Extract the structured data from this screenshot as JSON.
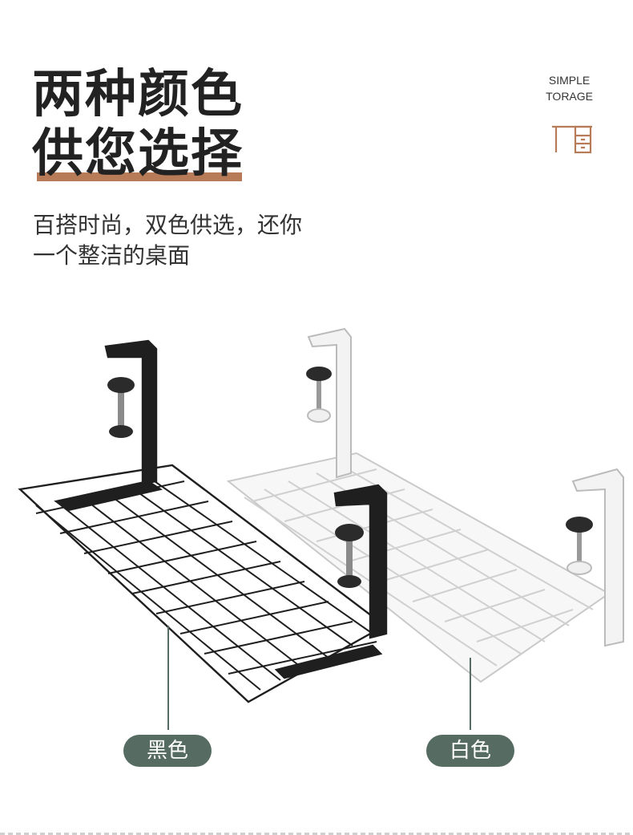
{
  "headline": {
    "line1": "两种颜色",
    "line2": "供您选择"
  },
  "brand": {
    "line1": "SIMPLE",
    "line2": "TORAGE",
    "icon": "desk-icon",
    "accent_color": "#b77c57"
  },
  "subtitle": {
    "line1": "百搭时尚，双色供选，还你",
    "line2": "一个整洁的桌面"
  },
  "labels": {
    "black": "黑色",
    "white": "白色",
    "pill_color": "#566b61"
  }
}
